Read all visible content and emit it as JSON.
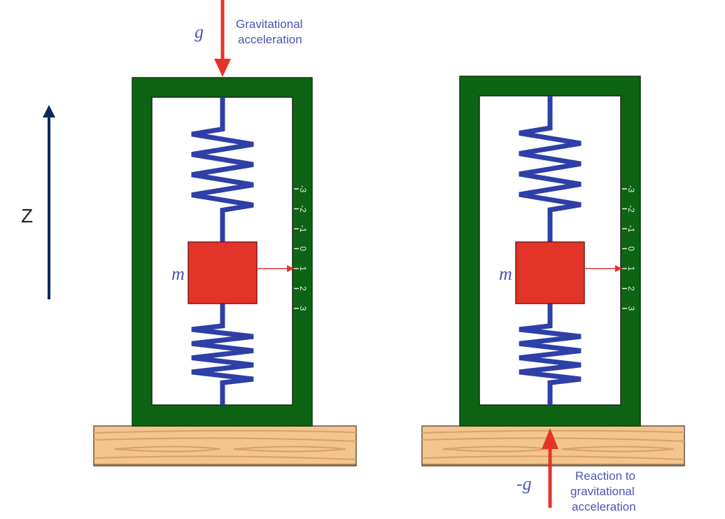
{
  "axis": {
    "label": "Z",
    "direction": "up",
    "color": "#0d2a5c"
  },
  "colors": {
    "frame": "#0d6413",
    "spring": "#2e3fa8",
    "mass": "#e3342a",
    "arrow": "#e3342a",
    "label": "#4a56b0",
    "wood": "#f4c58e",
    "wood_grain": "#d9a266"
  },
  "panels": [
    {
      "id": "left",
      "mass_label": "m",
      "scale_ticks": [
        "-3",
        "-2",
        "-1",
        "0",
        "1",
        "2",
        "3"
      ],
      "pointer_value": "1",
      "force": {
        "symbol": "g",
        "direction": "down",
        "position": "top",
        "text_lines": [
          "Gravitational",
          "acceleration"
        ]
      }
    },
    {
      "id": "right",
      "mass_label": "m",
      "scale_ticks": [
        "-3",
        "-2",
        "-1",
        "0",
        "1",
        "2",
        "3"
      ],
      "pointer_value": "1",
      "force": {
        "symbol": "-g",
        "direction": "up",
        "position": "bottom",
        "text_lines": [
          "Reaction to",
          "gravitational",
          "acceleration"
        ]
      }
    }
  ]
}
